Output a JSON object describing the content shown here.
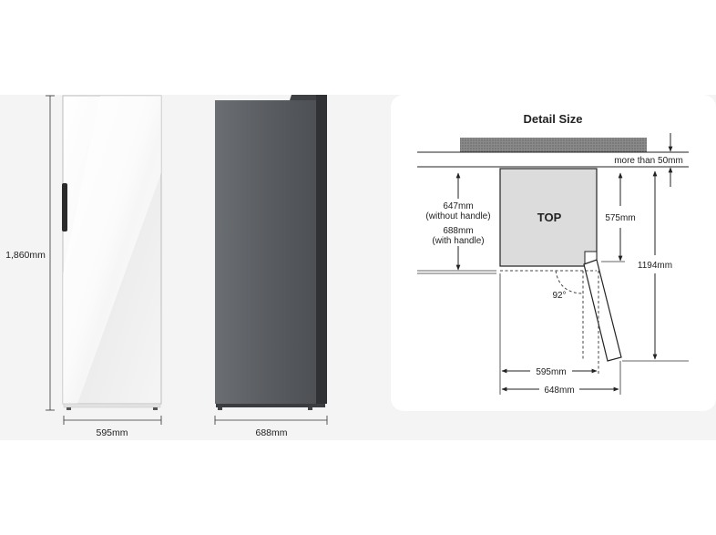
{
  "front_view": {
    "height_label": "1,860mm",
    "width_label": "595mm"
  },
  "side_view": {
    "depth_label": "688mm"
  },
  "detail": {
    "title": "Detail Size",
    "clearance_label": "more than 50mm",
    "top_label": "TOP",
    "depth_without_handle_value": "647mm",
    "depth_without_handle_note": "(without handle)",
    "depth_with_handle_value": "688mm",
    "depth_with_handle_note": "(with handle)",
    "body_depth_label": "575mm",
    "open_depth_label": "1194mm",
    "door_angle_label": "92°",
    "width_label": "595mm",
    "open_width_label": "648mm"
  },
  "colors": {
    "band_background": "#f4f4f4",
    "panel_background": "#ffffff",
    "stainless_side": "#5c5f63",
    "top_fill": "#dcdcdc"
  }
}
